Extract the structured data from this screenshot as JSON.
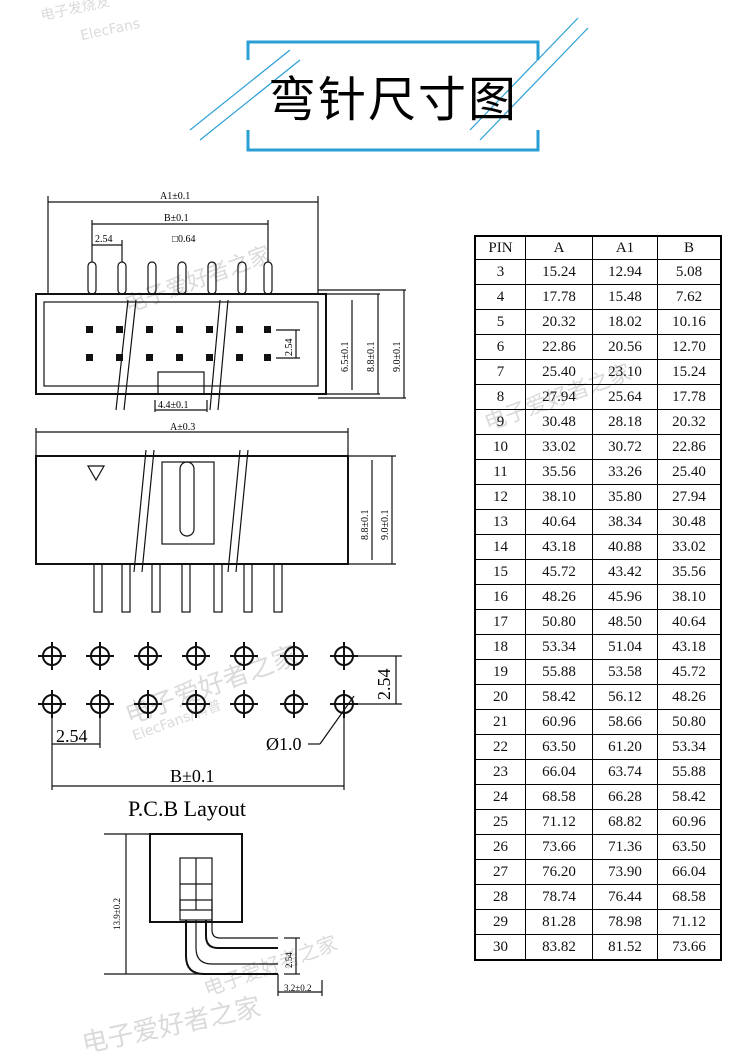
{
  "title": "弯针尺寸图",
  "watermarks": [
    "电子发烧友",
    "ElecFans",
    "电子爱好者之家",
    "ElecFans/科普"
  ],
  "top_view": {
    "dim_a1": "A1±0.1",
    "dim_b": "B±0.1",
    "dim_pitch": "2.54",
    "dim_pin_sq": "□0.64",
    "dim_row_pitch": "2.54",
    "dim_h1": "6.5±0.1",
    "dim_h2": "8.8±0.1",
    "dim_h3": "9.0±0.1",
    "dim_key": "4.4±0.1"
  },
  "front_view": {
    "dim_a": "A±0.3",
    "dim_h2": "8.8±0.1",
    "dim_h3": "9.0±0.1"
  },
  "pcb_layout": {
    "dim_pitch_v": "2.54",
    "dim_pitch_h": "2.54",
    "dim_hole": "Ø1.0",
    "dim_b": "B±0.1",
    "caption": "P.C.B Layout"
  },
  "side_view": {
    "dim_height": "13.9±0.2",
    "dim_pitch": "2.54",
    "dim_offset": "3.2±0.2"
  },
  "pin_table": {
    "headers": [
      "PIN",
      "A",
      "A1",
      "B"
    ],
    "rows": [
      [
        "3",
        "15.24",
        "12.94",
        "5.08"
      ],
      [
        "4",
        "17.78",
        "15.48",
        "7.62"
      ],
      [
        "5",
        "20.32",
        "18.02",
        "10.16"
      ],
      [
        "6",
        "22.86",
        "20.56",
        "12.70"
      ],
      [
        "7",
        "25.40",
        "23.10",
        "15.24"
      ],
      [
        "8",
        "27.94",
        "25.64",
        "17.78"
      ],
      [
        "9",
        "30.48",
        "28.18",
        "20.32"
      ],
      [
        "10",
        "33.02",
        "30.72",
        "22.86"
      ],
      [
        "11",
        "35.56",
        "33.26",
        "25.40"
      ],
      [
        "12",
        "38.10",
        "35.80",
        "27.94"
      ],
      [
        "13",
        "40.64",
        "38.34",
        "30.48"
      ],
      [
        "14",
        "43.18",
        "40.88",
        "33.02"
      ],
      [
        "15",
        "45.72",
        "43.42",
        "35.56"
      ],
      [
        "16",
        "48.26",
        "45.96",
        "38.10"
      ],
      [
        "17",
        "50.80",
        "48.50",
        "40.64"
      ],
      [
        "18",
        "53.34",
        "51.04",
        "43.18"
      ],
      [
        "19",
        "55.88",
        "53.58",
        "45.72"
      ],
      [
        "20",
        "58.42",
        "56.12",
        "48.26"
      ],
      [
        "21",
        "60.96",
        "58.66",
        "50.80"
      ],
      [
        "22",
        "63.50",
        "61.20",
        "53.34"
      ],
      [
        "23",
        "66.04",
        "63.74",
        "55.88"
      ],
      [
        "24",
        "68.58",
        "66.28",
        "58.42"
      ],
      [
        "25",
        "71.12",
        "68.82",
        "60.96"
      ],
      [
        "26",
        "73.66",
        "71.36",
        "63.50"
      ],
      [
        "27",
        "76.20",
        "73.90",
        "66.04"
      ],
      [
        "28",
        "78.74",
        "76.44",
        "68.58"
      ],
      [
        "29",
        "81.28",
        "78.98",
        "71.12"
      ],
      [
        "30",
        "83.82",
        "81.52",
        "73.66"
      ]
    ]
  },
  "colors": {
    "accent": "#2a9fd6",
    "line": "#111111"
  }
}
